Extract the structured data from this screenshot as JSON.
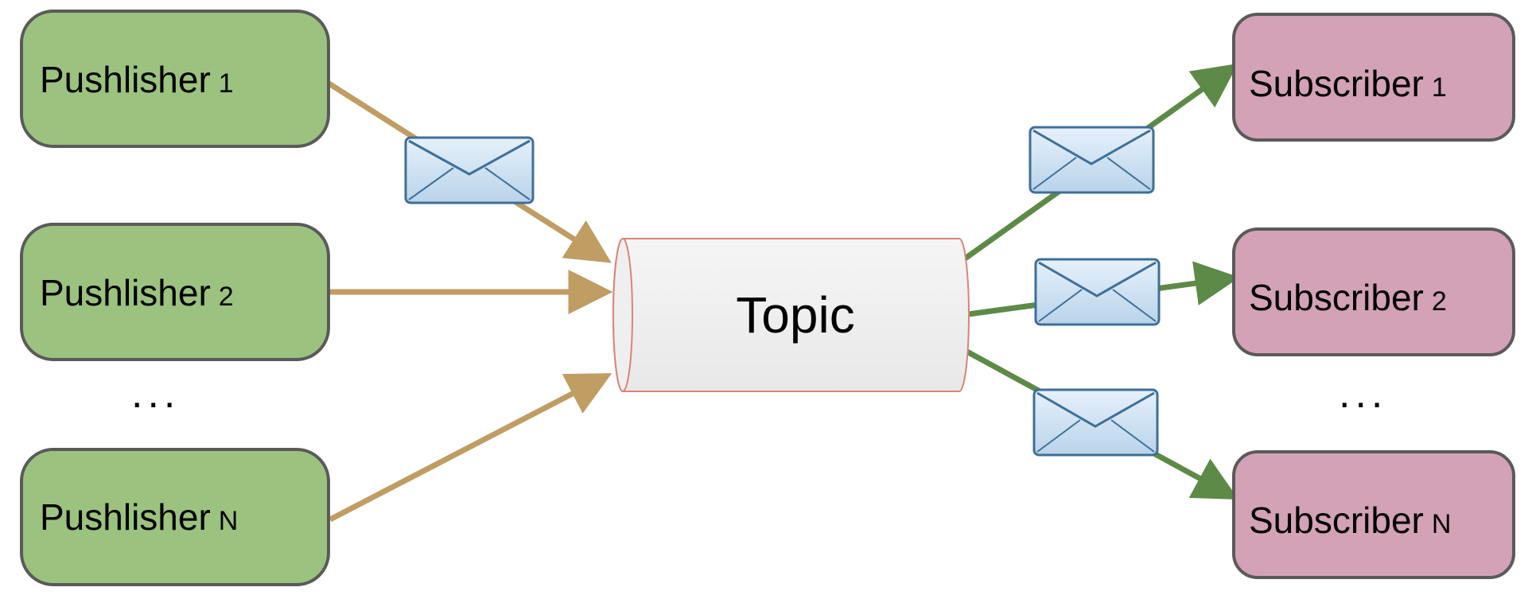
{
  "colors": {
    "publisher_fill": "#9cc27f",
    "subscriber_fill": "#d3a2b6",
    "box_stroke": "#5a5a5a",
    "publisher_arrow": "#bf9d63",
    "subscriber_arrow": "#5e8a48",
    "topic_fill": "#f0efef",
    "topic_stroke": "#d9847a",
    "envelope_fill": "#d2e5f5",
    "envelope_stroke": "#3f6f97"
  },
  "publishers": [
    {
      "label": "Pushlisher",
      "suffix": "1"
    },
    {
      "label": "Pushlisher",
      "suffix": "2"
    },
    {
      "label": "Pushlisher",
      "suffix": "N"
    }
  ],
  "publishers_ellipsis": "...",
  "topic": {
    "label": "Topic"
  },
  "subscribers": [
    {
      "label": "Subscriber",
      "suffix": "1"
    },
    {
      "label": "Subscriber",
      "suffix": "2"
    },
    {
      "label": "Subscriber",
      "suffix": "N"
    }
  ],
  "subscribers_ellipsis": "...",
  "message_icon": "envelope-icon"
}
